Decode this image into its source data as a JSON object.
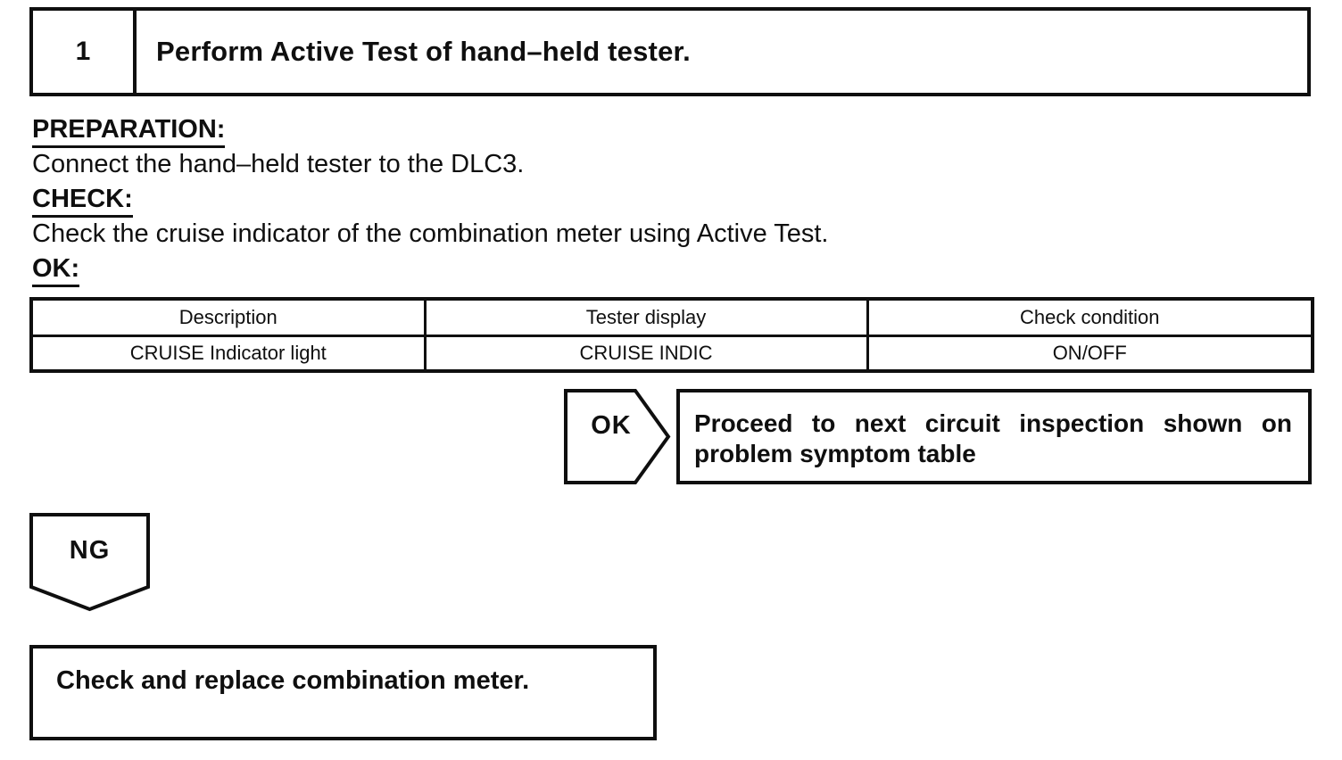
{
  "colors": {
    "ink": "#0f0f0f",
    "paper": "#ffffff"
  },
  "step": {
    "number": "1",
    "title": "Perform Active Test of hand–held tester."
  },
  "sections": {
    "preparation": {
      "label": "PREPARATION:",
      "body": "Connect the hand–held tester to the DLC3."
    },
    "check": {
      "label": "CHECK:",
      "body": "Check the cruise indicator of the combination meter using Active Test."
    },
    "ok": {
      "label": "OK:"
    }
  },
  "table": {
    "headers": [
      "Description",
      "Tester display",
      "Check condition"
    ],
    "rows": [
      [
        "CRUISE Indicator light",
        "CRUISE INDIC",
        "ON/OFF"
      ]
    ]
  },
  "branches": {
    "ok": {
      "label": "OK",
      "action_line1": "Proceed to next circuit inspection shown on",
      "action_line2": "problem symptom table"
    },
    "ng": {
      "label": "NG",
      "action": "Check and replace combination meter."
    }
  }
}
